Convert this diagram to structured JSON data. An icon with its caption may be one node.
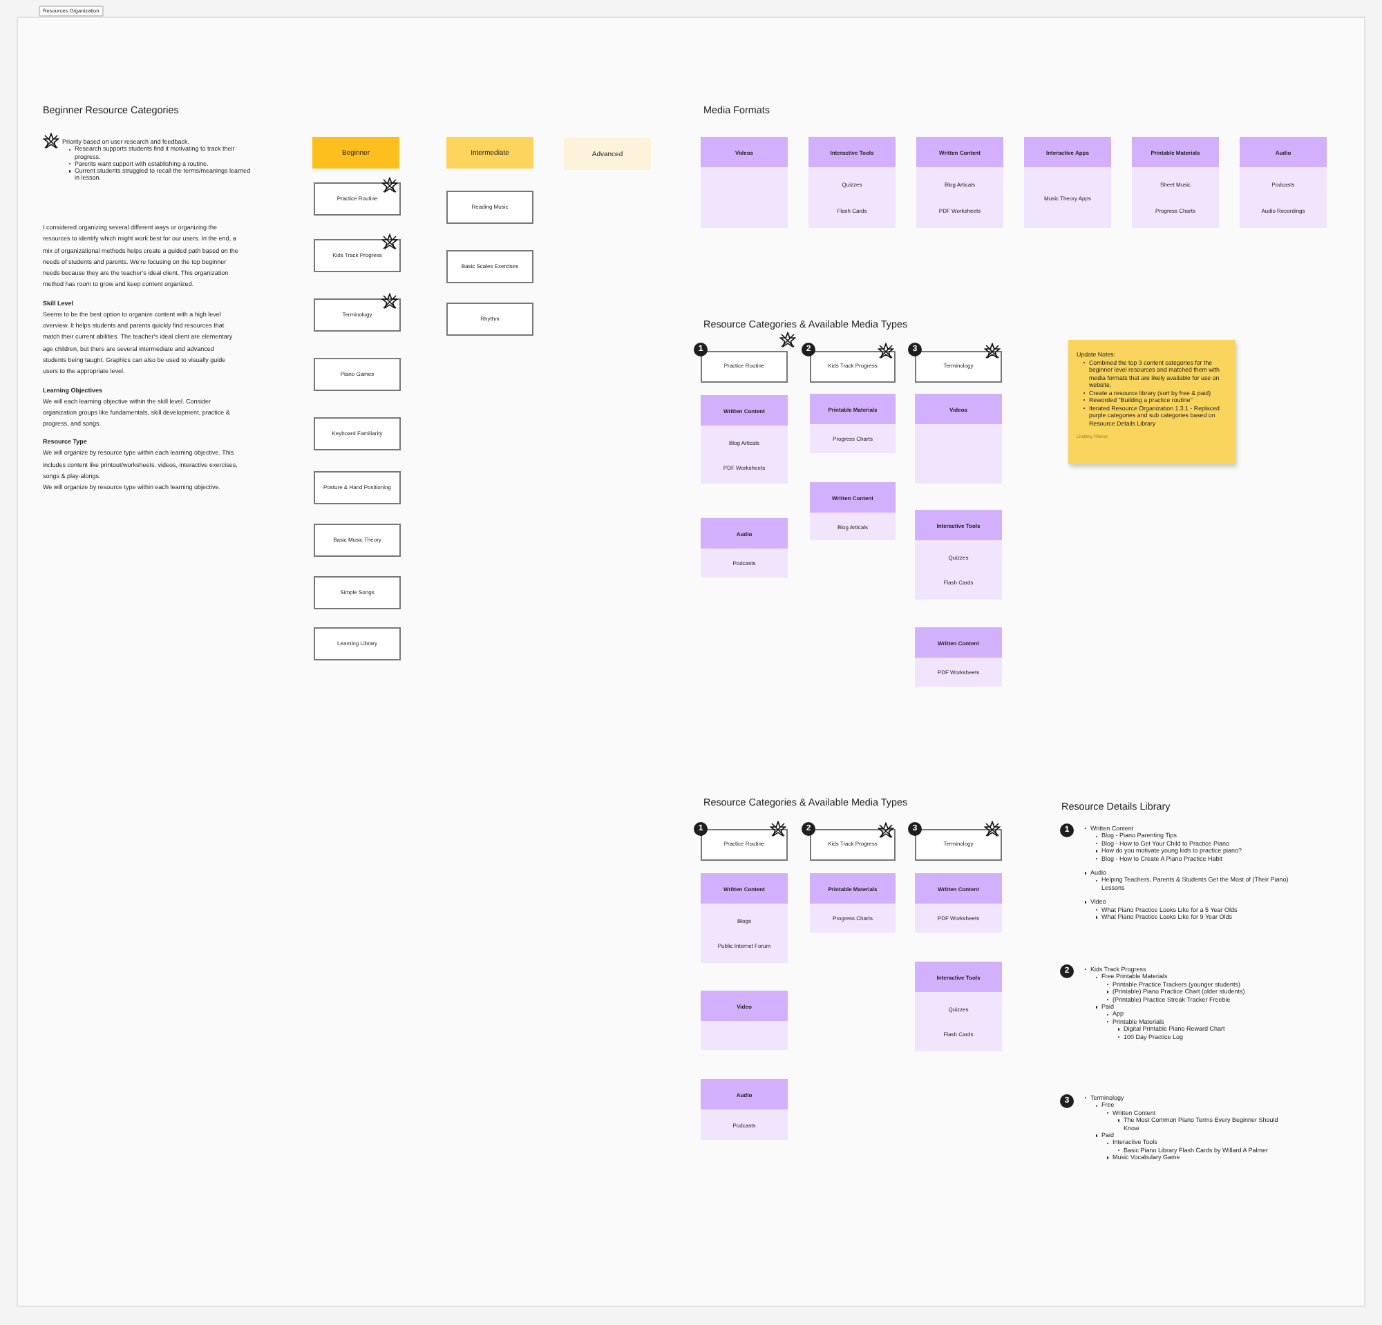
{
  "diagram": {
    "nodes": [
      {
        "text": [
          "Beginner"
        ]
      },
      {
        "text": [
          "Intermediate"
        ]
      },
      {
        "text": [
          "Advanced"
        ]
      },
      {
        "text": [
          "Practice Routine"
        ]
      },
      {
        "text": [
          "Kids Track Progress"
        ]
      },
      {
        "text": [
          "Terminology"
        ]
      },
      {
        "text": [
          "Piano Games"
        ]
      },
      {
        "text": [
          "Keyboard Familiarity"
        ]
      },
      {
        "text": [
          "Posture & Hand Positioning"
        ]
      },
      {
        "text": [
          "Basic Music Theory"
        ]
      },
      {
        "text": [
          "Simple Songs"
        ]
      },
      {
        "text": [
          "Learning Library"
        ]
      },
      {
        "text": [
          "Reading Music"
        ]
      },
      {
        "text": [
          "Basic Scales Exercises"
        ]
      },
      {
        "text": [
          "Rhythm"
        ]
      },
      {
        "text": [
          "Videos"
        ]
      },
      {
        "text": [
          "Interactive Tools",
          "Quizzes",
          "Flash Cards"
        ]
      },
      {
        "text": [
          "Written Content",
          "Blog Articals",
          "PDF Worksheets"
        ]
      },
      {
        "text": [
          "Interactive Apps",
          "Music Theory Apps"
        ]
      },
      {
        "text": [
          "Printable Materials",
          "Sheet Music",
          "Progress Charts"
        ]
      },
      {
        "text": [
          "Audio",
          "Podcasts",
          "Audio Recordings"
        ]
      },
      {
        "text": [
          "1"
        ]
      },
      {
        "text": [
          "Practice Routine"
        ]
      },
      {
        "text": [
          "2"
        ]
      },
      {
        "text": [
          "Kids Track Progress"
        ]
      },
      {
        "text": [
          "3"
        ]
      },
      {
        "text": [
          "Terminology"
        ]
      },
      {
        "text": [
          "Written Content",
          "Blog Articals",
          "PDF Worksheets"
        ]
      },
      {
        "text": [
          "Audio",
          "Podcasts"
        ]
      },
      {
        "text": [
          "Printable Materials",
          "Progress Charts"
        ]
      },
      {
        "text": [
          "Written Content",
          "Blog Articals"
        ]
      },
      {
        "text": [
          "Videos"
        ]
      },
      {
        "text": [
          "Interactive Tools",
          "Quizzes",
          "Flash Cards"
        ]
      },
      {
        "text": [
          "Written Content",
          "PDF Worksheets"
        ]
      },
      {
        "text": [
          "1"
        ]
      },
      {
        "text": [
          "Practice Routine"
        ]
      },
      {
        "text": [
          "2"
        ]
      },
      {
        "text": [
          "Kids Track Progress"
        ]
      },
      {
        "text": [
          "3"
        ]
      },
      {
        "text": [
          "Terminology"
        ]
      },
      {
        "text": [
          "Written Content",
          "Blogs",
          "Public Internet Forum"
        ]
      },
      {
        "text": [
          "Video"
        ]
      },
      {
        "text": [
          "Audio",
          "Podcasts"
        ]
      },
      {
        "text": [
          "Printable Materials",
          "Progress Charts"
        ]
      },
      {
        "text": [
          "Written Content",
          "PDF Worksheets"
        ]
      },
      {
        "text": [
          "Interactive Tools",
          "Quizzes",
          "Flash Cards"
        ]
      },
      {
        "text": [
          "1"
        ]
      },
      {
        "text": [
          "2"
        ]
      },
      {
        "text": [
          "3"
        ]
      },
      {
        "text": [
          "Update Notes:",
          "Combined the top 3 content categories for the beginner level resources and matched them with media formats that are likely available for use on website.",
          "Create a resource library (sort by free & paid)",
          "Reworded \"Building a practice routine\"",
          "Iterated Resource Organization 1.3.1 - Replaced purple categories and sub categories based on Resource Details Library",
          "Lindsey Rhees"
        ]
      }
    ],
    "labels": [
      "Resources Organization",
      "Beginner Resource Categories",
      "Priority based on user research and feedback.",
      "Research supports students find it motivating to track their progress.",
      "Parents want support with establishing a routine.",
      "Current students struggled to recall the terms/meanings learned in lesson.",
      "I considered organizing several different ways or organizing the resources to identify which might work best for our users. In the end, a mix of organizational methods helps create a guided path based on the needs of students and parents. We're focusing on the top beginner needs because they are the teacher's ideal client. This organization method has room to grow and keep content organized.",
      "Skill Level",
      "Seems to be the best option to organize content with a high level overview. It helps students and parents quickly find resources that match their current abilities. The teacher's ideal client are elementary age children, but there are several intermediate and advanced students being taught. Graphics can also be used to visually guide users to the appropriate level.",
      "Learning Objectives",
      "We will each learning objective within the skill level. Consider organization groups like fundamentals, skill development, practice & progress, and songs.",
      "Resource Type",
      "We will organize by resource type within each learning objective. This includes content like printout/worksheets, videos, interactive exercises, songs & play-alongs.",
      "We will organize by resource type within each learning objective.",
      "Media Formats",
      "Resource Categories & Available Media Types",
      "Resource Categories & Available Media Types",
      "Resource Details Library",
      "Written Content",
      "Blog - Piano Parenting Tips",
      "Blog - How to Get Your Child to Practice Piano",
      "How do you motivate young kids to practice piano?",
      "Blog - How to Create A Piano Practice Habit",
      "Audio",
      "Helping Teachers, Parents & Students Get the Most of (Their Piano) Lessons",
      "Video",
      "What Piano Practice Looks Like for a 5 Year Olds",
      "What Piano Practice Looks Like for 9 Year Olds",
      "Kids Track Progress",
      "Free Printable Materials",
      "Printable Practice Trackers (younger students)",
      "(Printable) Piano Practice Chart (older students)",
      "(Printable) Practice Streak Tracker Freebie",
      "Paid",
      "App",
      "Printable Materials",
      "Digital Printable Piano Reward Chart",
      "100 Day Practice Log",
      "Terminology",
      "Free",
      "Written Content",
      "The Most Common Piano Terms Every Beginner Should Know",
      "Paid",
      "Interactive Tools",
      "Basic Piano Library Flash Cards by Willard A Palmer",
      "Music Vocabulary Game"
    ]
  }
}
